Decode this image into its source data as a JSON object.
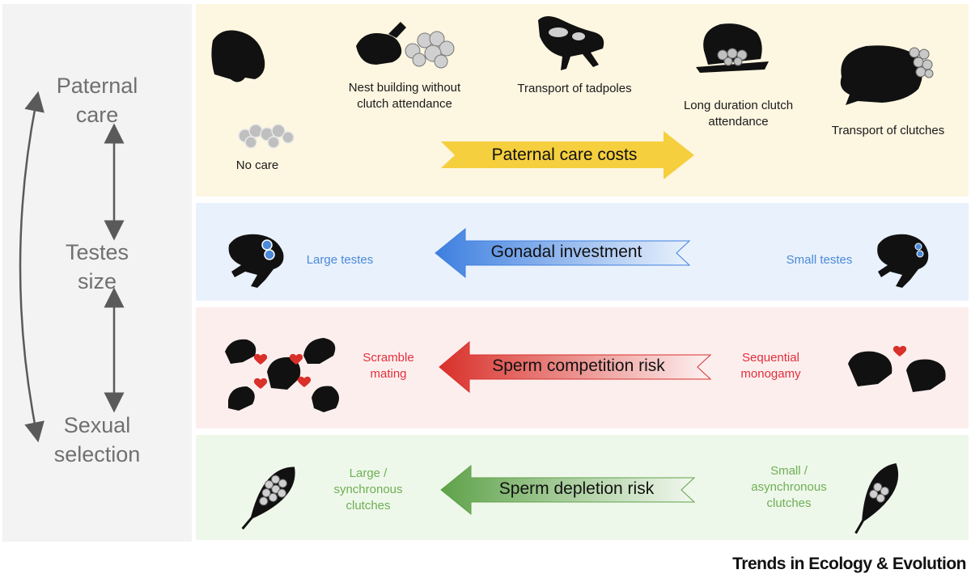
{
  "sidebar": {
    "paternal_care": [
      "Paternal",
      "care"
    ],
    "testes_size": [
      "Testes",
      "size"
    ],
    "sexual_selection": [
      "Sexual",
      "selection"
    ]
  },
  "row1": {
    "no_care": "No care",
    "nest_building": [
      "Nest building without",
      "clutch attendance"
    ],
    "transport_tadpoles": "Transport of tadpoles",
    "long_duration": [
      "Long duration clutch",
      "attendance"
    ],
    "transport_clutches": "Transport of clutches",
    "arrow_label": "Paternal care costs"
  },
  "row2": {
    "large_testes": "Large testes",
    "small_testes": "Small testes",
    "arrow_label": "Gonadal investment"
  },
  "row3": {
    "scramble": [
      "Scramble",
      "mating"
    ],
    "sequential": [
      "Sequential",
      "monogamy"
    ],
    "arrow_label": "Sperm competition risk"
  },
  "row4": {
    "large_clutches": [
      "Large /",
      "synchronous",
      "clutches"
    ],
    "small_clutches": [
      "Small /",
      "asynchronous",
      "clutches"
    ],
    "arrow_label": "Sperm depletion risk"
  },
  "colors": {
    "yellow_arrow": "#f5cf3e",
    "blue_arrow": "#3d7fe0",
    "red_arrow": "#d9302a",
    "green_arrow": "#5fa24a"
  },
  "footer": "Trends in Ecology & Evolution"
}
